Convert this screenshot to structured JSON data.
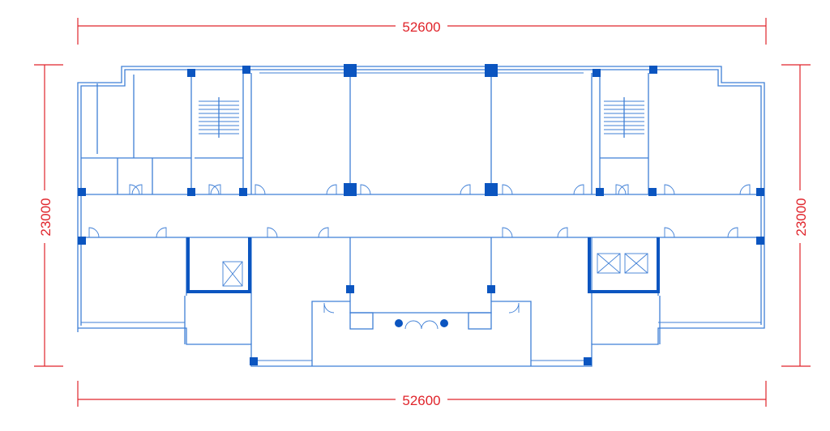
{
  "dimensions": {
    "top_width": "52600",
    "bottom_width": "52600",
    "left_depth": "23000",
    "right_depth": "23000"
  },
  "colors": {
    "dimension": "#e0242b",
    "wall": "#3f7fd6",
    "structure": "#0b55c0"
  }
}
